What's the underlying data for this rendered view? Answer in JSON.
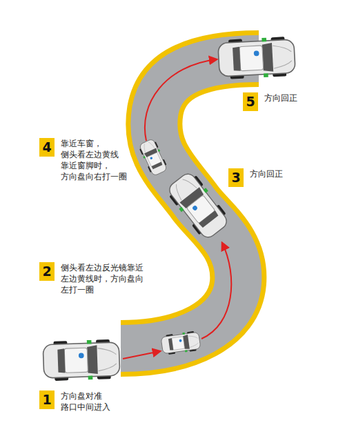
{
  "diagram": {
    "nodes": [
      {
        "text": [
          "1",
          "方向盘对准 路口中间进入"
        ]
      },
      {
        "text": [
          "2",
          "侧头看左边反光镜靠近 左边黄线时，方向盘向 左打一圈"
        ]
      },
      {
        "text": [
          "3",
          "方向回正"
        ]
      },
      {
        "text": [
          "4",
          "靠近车窗， 侧头看左边黄线 靠近窗脚时， 方向盘向右打一圈"
        ]
      },
      {
        "text": [
          "5",
          "方向回正"
        ]
      }
    ]
  }
}
